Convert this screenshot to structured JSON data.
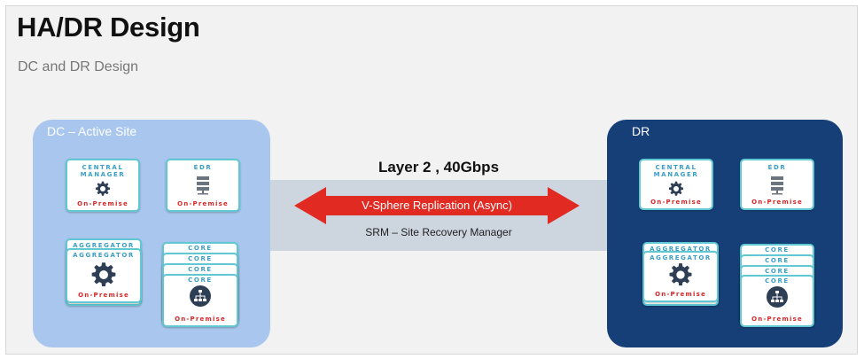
{
  "header": {
    "title": "HA/DR Design",
    "subtitle": "DC and DR Design"
  },
  "link": {
    "layer": "Layer 2 , 40Gbps",
    "replication": "V-Sphere Replication (Async)",
    "srm": "SRM – Site Recovery Manager"
  },
  "dc": {
    "label": "DC – Active Site",
    "central_manager": "CENTRAL\nMANAGER",
    "edr": "EDR",
    "aggregator": "AGGREGATOR",
    "core": "CORE",
    "on_premise": "On-Premise"
  },
  "dr": {
    "label": "DR",
    "central_manager": "CENTRAL\nMANAGER",
    "edr": "EDR",
    "aggregator": "AGGREGATOR",
    "core": "CORE",
    "on_premise": "On-Premise"
  },
  "colors": {
    "dc_site": "#a9c7ee",
    "dr_site": "#163f78",
    "arrow": "#e02a22",
    "card_border": "#5fc8d2",
    "on_premise_text": "#d22727"
  }
}
